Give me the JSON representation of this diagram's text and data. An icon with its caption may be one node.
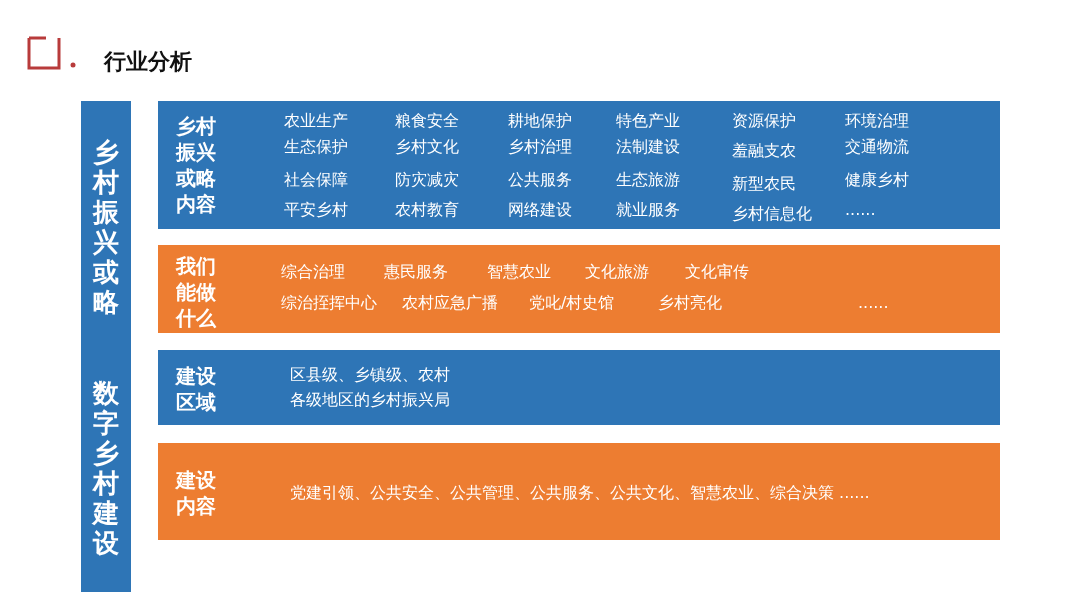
{
  "diagram": {
    "title": "行业分析",
    "nodes": [
      {
        "text": [
          "乡村振兴或略",
          "数字乡村建设"
        ]
      },
      {
        "text": [
          "乡村振兴或略内容",
          "农业生产",
          "粮食安全",
          "耕地保护",
          "特色产业",
          "资源保护",
          "环境治理",
          "生态保护",
          "乡村文化",
          "乡村治理",
          "法制建设",
          "羞融支农",
          "交通物流",
          "社会保障",
          "防灾减灾",
          "公共服务",
          "生态旅游",
          "新型农民",
          "健康乡村",
          "平安乡村",
          "农村教育",
          "网络建设",
          "就业服务",
          "乡村信息化",
          "......"
        ]
      },
      {
        "text": [
          "我们能做什么",
          "综合治理",
          "惠民服务",
          "智慧农业",
          "文化旅游",
          "文化审传",
          "综治挃挥中心",
          "农村应急广播",
          "党叱/村史馆",
          "乡村亮化",
          "......"
        ]
      },
      {
        "text": [
          "建设区域",
          "区县级、乡镇级、农村",
          "各级地区的乡村振兴局"
        ]
      },
      {
        "text": [
          "建设内容",
          "党建引领、公共安全、公共管理、公共服务、公共文化、智慧农业、综合决策 ......"
        ]
      }
    ]
  }
}
